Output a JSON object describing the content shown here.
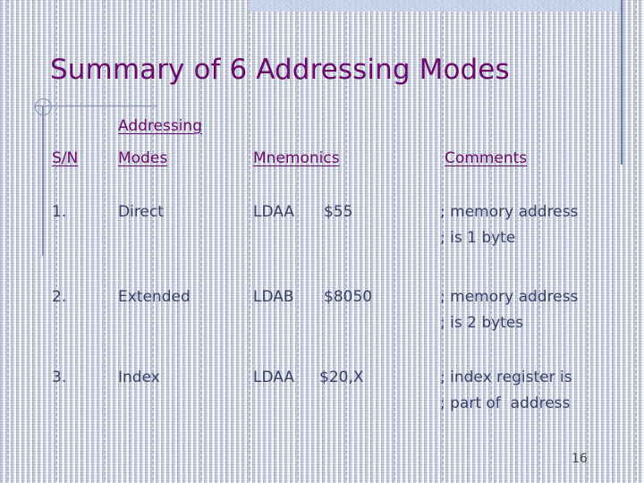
{
  "slide": {
    "title": "Summary of 6 Addressing Modes",
    "page_number": "16",
    "colors": {
      "title": "#6B0B6B",
      "header_text": "#6B0B6B",
      "body_text": "#3A4269",
      "rule": "#7F8FB3",
      "top_band": "#ABBEE2",
      "page_number": "#4A4A4A",
      "background": "#FFFFFF"
    }
  },
  "table": {
    "headers": {
      "sn": "S/N",
      "modes_line1": "Addressing",
      "modes_line2": "Modes",
      "mnemonics": "Mnemonics",
      "comments": "Comments"
    },
    "rows": [
      {
        "sn": "1.",
        "mode": "Direct",
        "mnemonic_op": "LDAA",
        "mnemonic_arg": "$55",
        "comment_line1": "; memory address",
        "comment_line2": "; is 1 byte"
      },
      {
        "sn": "2.",
        "mode": "Extended",
        "mnemonic_op": "LDAB",
        "mnemonic_arg": "$8050",
        "comment_line1": "; memory address",
        "comment_line2": "; is 2 bytes"
      },
      {
        "sn": "3.",
        "mode": "Index",
        "mnemonic_op": "LDAA",
        "mnemonic_arg": "$20,X",
        "comment_line1": "; index register is",
        "comment_line2": "; part of  address"
      }
    ]
  }
}
